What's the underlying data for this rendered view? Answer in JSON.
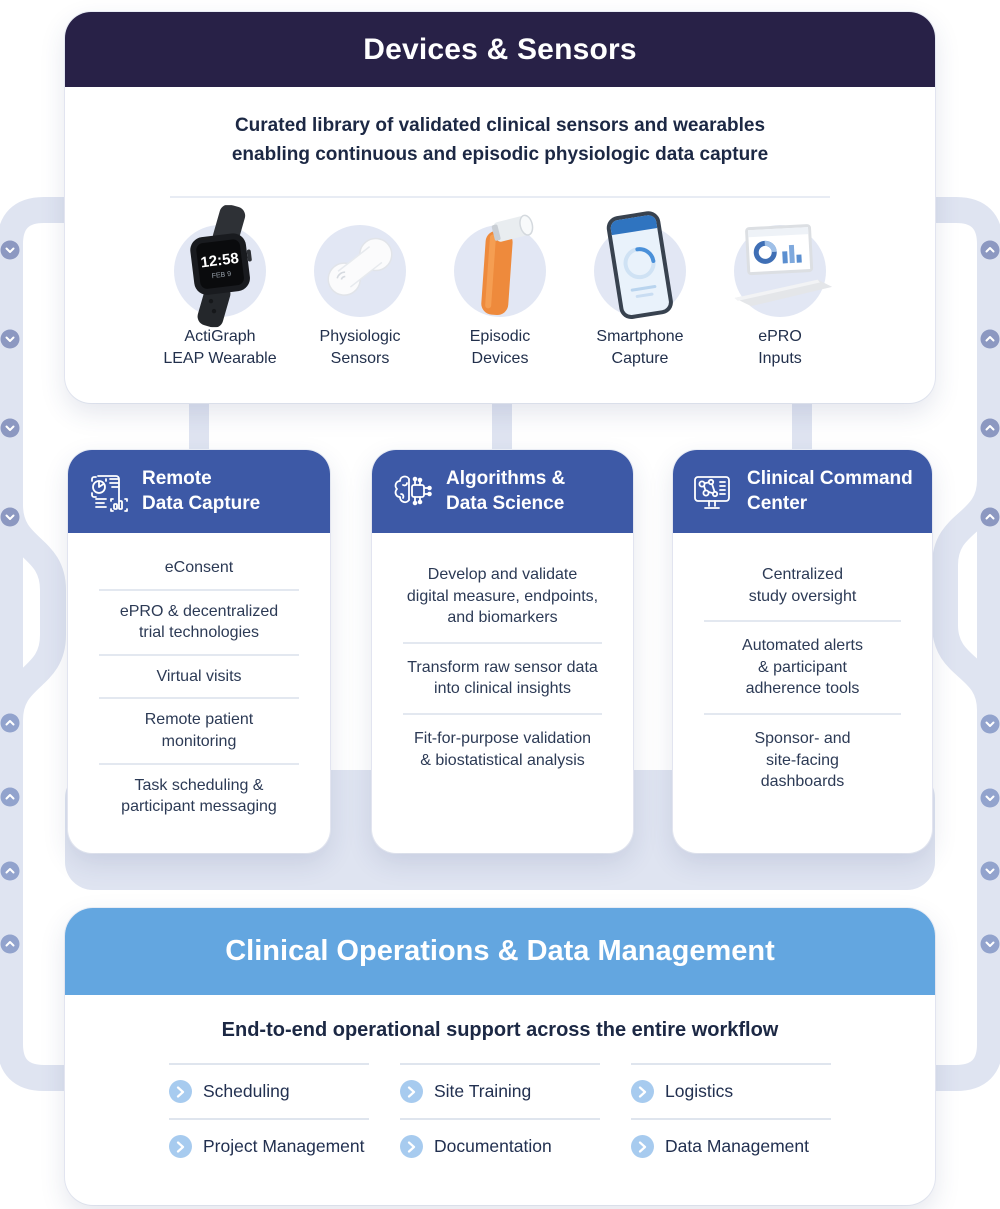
{
  "colors": {
    "devices_header_navy": "#282147",
    "pillar_header_blue": "#3d59a6",
    "operations_header_blue": "#63a6e0",
    "pipe_gray": "#dfe4f1",
    "flow_node_circle": "#8c98c1",
    "bullet_blue": "#a7cbef",
    "tile_background": "#e2e7f4",
    "text_navy": "#1c2844"
  },
  "devices_section": {
    "title": "Devices & Sensors",
    "subtitle": "Curated library of validated clinical sensors and wearables\nenabling continuous and episodic physiologic data capture",
    "devices": [
      {
        "label": "ActiGraph\nLEAP Wearable",
        "icon": "smartwatch-icon",
        "screen_time": "12:58",
        "screen_date": "FEB 9"
      },
      {
        "label": "Physiologic\nSensors",
        "icon": "physiologic-sensor-icon"
      },
      {
        "label": "Episodic\nDevices",
        "icon": "spirometer-icon"
      },
      {
        "label": "Smartphone\nCapture",
        "icon": "smartphone-icon"
      },
      {
        "label": "ePRO\nInputs",
        "icon": "laptop-icon"
      }
    ]
  },
  "pillars": [
    {
      "title": "Remote\nData Capture",
      "icon": "document-analytics-icon",
      "items": [
        "eConsent",
        "ePRO & decentralized\ntrial technologies",
        "Virtual visits",
        "Remote patient\nmonitoring",
        "Task scheduling &\nparticipant messaging"
      ]
    },
    {
      "title": "Algorithms &\nData Science",
      "icon": "brain-chip-icon",
      "items": [
        "Develop and validate\ndigital measure, endpoints,\nand biomarkers",
        "Transform raw sensor data\ninto clinical insights",
        "Fit-for-purpose validation\n& biostatistical analysis"
      ]
    },
    {
      "title": "Clinical Command\nCenter",
      "icon": "monitor-network-icon",
      "items": [
        "Centralized\nstudy oversight",
        "Automated alerts\n& participant\nadherence tools",
        "Sponsor- and\nsite-facing\ndashboards"
      ]
    }
  ],
  "operations_section": {
    "title": "Clinical Operations & Data Management",
    "subtitle": "End-to-end operational support across the entire workflow",
    "columns": [
      {
        "items": [
          "Scheduling",
          "Project Management"
        ]
      },
      {
        "items": [
          "Site Training",
          "Documentation"
        ]
      },
      {
        "items": [
          "Logistics",
          "Data Management"
        ]
      }
    ]
  },
  "flow_nodes": {
    "left_top_direction": "down",
    "right_top_direction": "up",
    "left_bottom_direction": "up",
    "right_bottom_direction": "down"
  }
}
